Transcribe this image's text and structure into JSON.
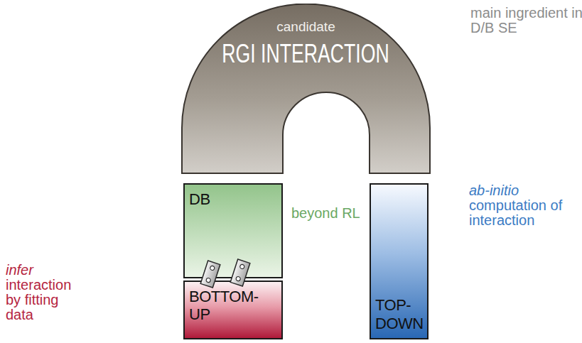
{
  "diagram": {
    "nodes": [
      {
        "text": [
          "candidate",
          "RGI INTERACTION"
        ]
      },
      {
        "text": [
          "DB"
        ]
      },
      {
        "text": [
          "BOTTOM- UP"
        ]
      },
      {
        "text": [
          "TOP- DOWN"
        ]
      }
    ],
    "labels": [
      "main ingredient in D/B SE",
      "beyond RL",
      "ab-initio computation of interaction",
      "infer interaction by fitting data"
    ]
  }
}
